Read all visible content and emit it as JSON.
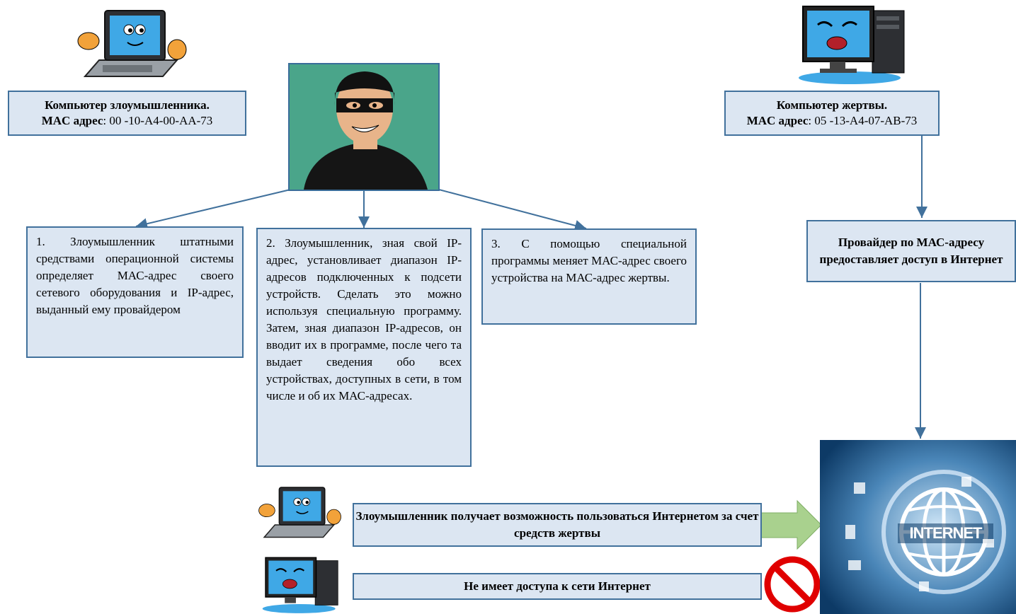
{
  "attacker_box": {
    "title": "Компьютер злоумышленника.",
    "mac_label": "MAC адрес",
    "mac_value": ": 00 -10-A4-00-AA-73"
  },
  "victim_box": {
    "title": "Компьютер жертвы.",
    "mac_label": "MAC адрес",
    "mac_value": ": 05 -13-A4-07-AB-73"
  },
  "provider_box": {
    "text": "Провайдер по МАС-адресу предоставляет доступ в Интернет"
  },
  "steps": [
    "1. Злоумышленник штатными средствами операционной системы определяет МАС-адрес своего сетевого оборудования и IP-адрес, выданный ему провайдером",
    "2. Злоумышленник, зная свой IP-адрес, установливает диапазон IP-адресов подключенных к подсети устройств. Сделать это можно используя специальную программу. Затем, зная диапазон IP-адресов, он вводит их в программе, после чего та выдает сведения обо всех устройствах, доступных в сети, в том числе и об их МАС-адресах.",
    "3. С помощью специальной программы меняет МАС-адрес своего устройства на МАС-адрес жертвы."
  ],
  "results": {
    "attacker": "Злоумышленник получает возможность пользоваться Интернетом за счет средств жертвы",
    "victim": "Не имеет доступа к сети Интернет"
  },
  "internet_label": "INTERNET",
  "colors": {
    "box_fill": "#dce6f2",
    "box_border": "#41719c",
    "arrow": "#41719c",
    "green_arrow": "#a9d18e",
    "forbidden": "#e00000"
  }
}
